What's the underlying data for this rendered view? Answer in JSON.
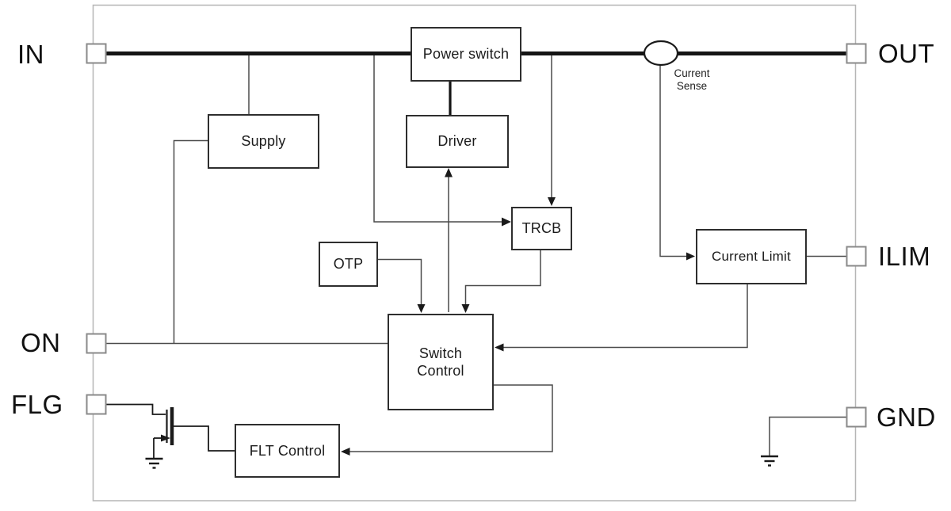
{
  "diagram": {
    "type": "ic-functional-block-diagram",
    "blocks": {
      "power_switch": {
        "label": "Power switch"
      },
      "supply": {
        "label": "Supply"
      },
      "driver": {
        "label": "Driver"
      },
      "trcb": {
        "label": "TRCB"
      },
      "otp": {
        "label": "OTP"
      },
      "current_limit": {
        "label": "Current Limit"
      },
      "switch_control": {
        "label": "Switch\nControl"
      },
      "flt_control": {
        "label": "FLT Control"
      }
    },
    "pins": {
      "in": {
        "label": "IN"
      },
      "out": {
        "label": "OUT"
      },
      "on": {
        "label": "ON"
      },
      "flg": {
        "label": "FLG"
      },
      "ilim": {
        "label": "ILIM"
      },
      "gnd": {
        "label": "GND"
      }
    },
    "annotations": {
      "current_sense": "Current\nSense"
    },
    "symbols": {
      "current_sense_probe": "ellipse-on-bus",
      "flag_output_transistor": "nmos-transistor",
      "ground": "earth-ground-bars"
    },
    "colors": {
      "background": "#ffffff",
      "bus": "#141414",
      "wire": "#4a4a4a",
      "box_border": "#2e2e2e",
      "box_fill": "#ffffff",
      "pin_border": "#8a8a8a",
      "outer_border": "#b6b6b6",
      "text": "#1b1b1b"
    }
  }
}
